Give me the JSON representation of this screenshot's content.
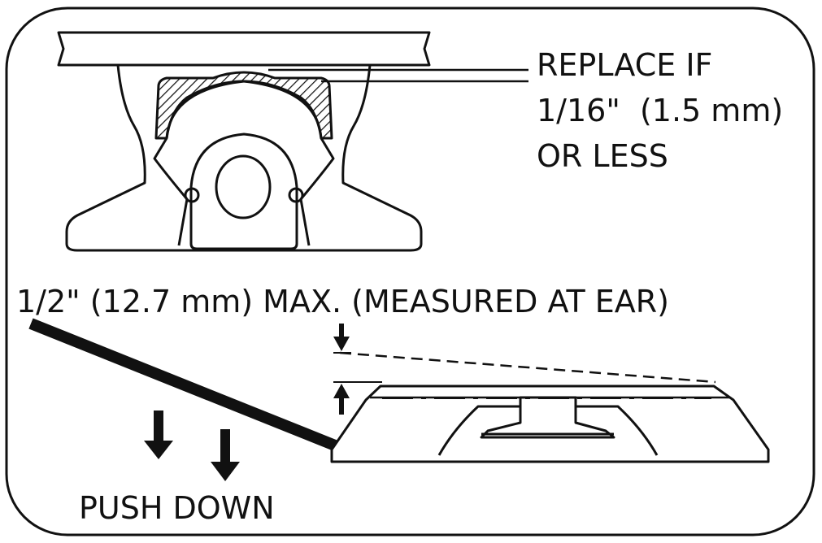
{
  "diagram": {
    "replace_note": {
      "line1": "REPLACE IF",
      "line2": "1/16\"  (1.5 mm)",
      "line3": "OR LESS"
    },
    "max_note": "1/2\" (12.7 mm) MAX. (MEASURED AT EAR)",
    "push_note": "PUSH DOWN"
  },
  "colors": {
    "ink": "#111111",
    "background": "#ffffff"
  }
}
